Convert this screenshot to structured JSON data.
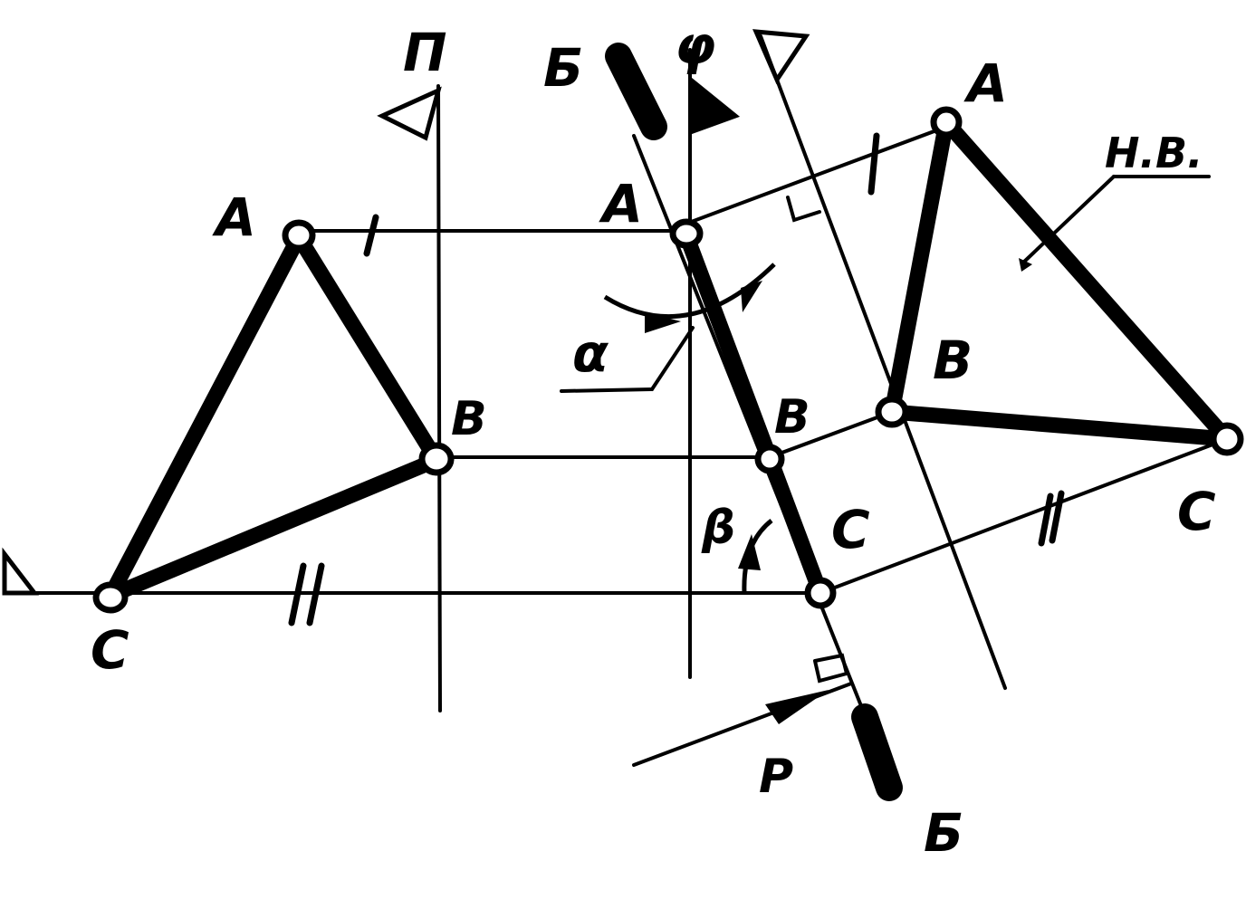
{
  "labels": {
    "view1": {
      "a": "A",
      "b": "B",
      "c": "C"
    },
    "view2": {
      "a": "A",
      "b": "B",
      "c": "C"
    },
    "view3": {
      "a": "A",
      "b": "B",
      "c": "C"
    },
    "plane_p": "П",
    "plane_phi": "φ",
    "section_top": "Б",
    "section_bottom": "Б",
    "alpha": "α",
    "beta": "β",
    "force": "P",
    "true_view": "Н.В."
  },
  "colors": {
    "ink": "#000000",
    "paper": "#ffffff"
  }
}
